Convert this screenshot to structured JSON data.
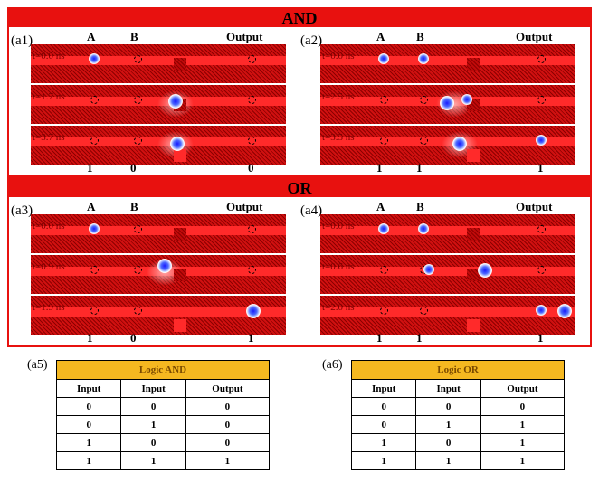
{
  "sections": [
    {
      "title": "AND",
      "panels": [
        {
          "label": "(a1)",
          "colA": "A",
          "colB": "B",
          "colOut": "Output",
          "rows": [
            {
              "time": "t=0.0 ns"
            },
            {
              "time": "t=1.7 ns"
            },
            {
              "time": "t=3.7 ns"
            }
          ],
          "bits": {
            "a": "1",
            "b": "0",
            "out": "0"
          }
        },
        {
          "label": "(a2)",
          "colA": "A",
          "colB": "B",
          "colOut": "Output",
          "rows": [
            {
              "time": "t=0.0 ns"
            },
            {
              "time": "t=2.5 ns"
            },
            {
              "time": "t=3.5 ns"
            }
          ],
          "bits": {
            "a": "1",
            "b": "1",
            "out": "1"
          }
        }
      ]
    },
    {
      "title": "OR",
      "panels": [
        {
          "label": "(a3)",
          "colA": "A",
          "colB": "B",
          "colOut": "Output",
          "rows": [
            {
              "time": "t=0.0 ns"
            },
            {
              "time": "t=0.9 ns"
            },
            {
              "time": "t=1.9 ns"
            }
          ],
          "bits": {
            "a": "1",
            "b": "0",
            "out": "1"
          }
        },
        {
          "label": "(a4)",
          "colA": "A",
          "colB": "B",
          "colOut": "Output",
          "rows": [
            {
              "time": "t=0.0 ns"
            },
            {
              "time": "t=0.6 ns"
            },
            {
              "time": "t=2.0 ns"
            }
          ],
          "bits": {
            "a": "1",
            "b": "1",
            "out": "1"
          }
        }
      ]
    }
  ],
  "tables": [
    {
      "label": "(a5)",
      "title": "Logic AND",
      "headers": [
        "Input",
        "Input",
        "Output"
      ],
      "rows": [
        [
          "0",
          "0",
          "0"
        ],
        [
          "0",
          "1",
          "0"
        ],
        [
          "1",
          "0",
          "0"
        ],
        [
          "1",
          "1",
          "1"
        ]
      ]
    },
    {
      "label": "(a6)",
      "title": "Logic OR",
      "headers": [
        "Input",
        "Input",
        "Output"
      ],
      "rows": [
        [
          "0",
          "0",
          "0"
        ],
        [
          "0",
          "1",
          "1"
        ],
        [
          "1",
          "0",
          "1"
        ],
        [
          "1",
          "1",
          "1"
        ]
      ]
    }
  ],
  "colors": {
    "accent_red": "#e8110f",
    "gold": "#f5b820",
    "spot_blue": "#1a1aff"
  }
}
